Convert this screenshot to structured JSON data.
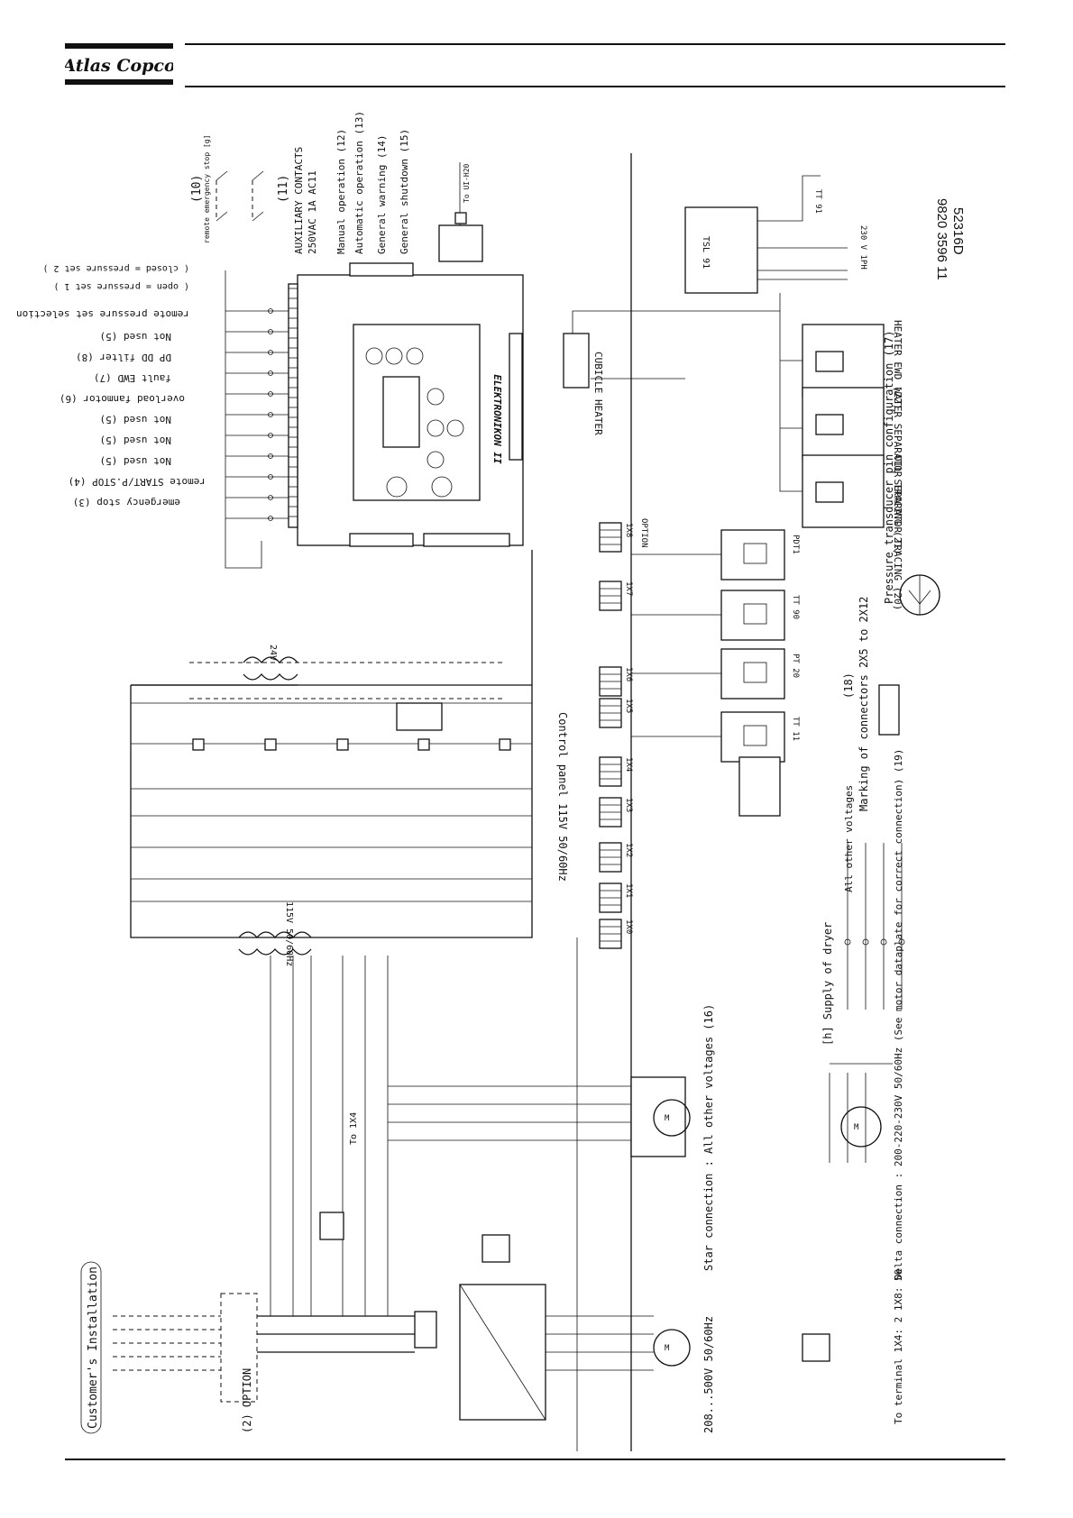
{
  "header": {
    "brand": "Atlas Copco"
  },
  "diagram": {
    "drawing_number": "9820 3596 11",
    "drawing_code": "52316D",
    "controller": "ELEKTRONIKON II",
    "customer_installation": "Customer's Installation",
    "option_2": "(2) OPTION",
    "supply_voltage": "208...500V 50/60Hz",
    "control_panel": "Control panel 115V 50/60Hz",
    "transformer_115": "115V 50/60Hz",
    "transformer_24": "24V",
    "inputs": [
      "remote emergency stop [g]",
      "remote pressure set selection",
      "( open = pressure set 1 )",
      "( closed = pressure set 2 )",
      "Not used (5)",
      "DP DD filter (8)",
      "fault EWD (7)",
      "overload fanmotor (6)",
      "Not used (5)",
      "Not used (5)",
      "Not used (5)",
      "remote START/P.STOP (4)",
      "emergency stop (3)"
    ],
    "aux_contacts": {
      "number": "(11)",
      "title": "AUXILIARY CONTACTS",
      "rating": "250VAC 1A AC11",
      "items": [
        "Manual operation (12)",
        "Automatic operation (13)",
        "General warning (14)",
        "General shutdown (15)"
      ],
      "remote_number": "(10)",
      "to_ui": "To UI-H20"
    },
    "heaters": [
      "OIL SEPARATOR TRACING (20)",
      "WATER SEPARATOR TRACING (21)",
      "HEATER EWD (22)"
    ],
    "cubicle_heater": "CUBICLE HEATER",
    "tsl": "TSL 91",
    "tt91": "TT 91",
    "heater_supply": "230 V 1PH",
    "sensors": [
      "PDT1",
      "TT 90",
      "PT 20",
      "TT 11"
    ],
    "sensor_option": "OPTION",
    "marking": "Marking of connectors 2X5 to 2X12",
    "marking_num": "(18)",
    "transducer": "Pressure transducer pin configuration (17)",
    "supply_dryer": "[h] Supply of dryer",
    "all_other": "All other voltages",
    "star": "Star connection : All other voltages (16)",
    "delta": "Delta connection : 200-220-230V 50/60Hz (See motor dataplate for correct connection) (19)",
    "terminal": "To terminal 1X4: 2 1X8: 50",
    "to_1x4": "To 1X4",
    "terminals": [
      "1X0",
      "1X1",
      "1X2",
      "1X3",
      "1X4",
      "1X5",
      "1X6",
      "1X7",
      "1X8"
    ]
  }
}
